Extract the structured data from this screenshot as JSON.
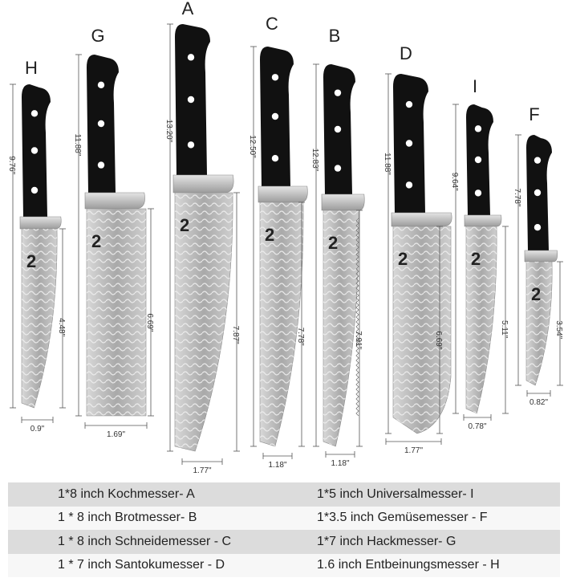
{
  "knives": [
    {
      "letter": "H",
      "total": "9.76\"",
      "blade": "4.48\"",
      "width": "0.9\""
    },
    {
      "letter": "G",
      "total": "11.88\"",
      "blade": "6.69\"",
      "width": "1.69\""
    },
    {
      "letter": "A",
      "total": "13.20\"",
      "blade": "7.87\"",
      "width": "1.77\""
    },
    {
      "letter": "C",
      "total": "12.50\"",
      "blade": "7.78\"",
      "width": "1.18\""
    },
    {
      "letter": "B",
      "total": "12.83\"",
      "blade": "7.91\"",
      "width": "1.18\""
    },
    {
      "letter": "D",
      "total": "11.88\"",
      "blade": "6.69\"",
      "width": "1.77\""
    },
    {
      "letter": "I",
      "total": "9.64\"",
      "blade": "5.11\"",
      "width": "0.78\""
    },
    {
      "letter": "F",
      "total": "7.78\"",
      "blade": "3.54\"",
      "width": "0.82\""
    }
  ],
  "legend": [
    [
      "1*8 inch Kochmesser- A",
      "1*5 inch Universalmesser- I"
    ],
    [
      "1 * 8 inch Brotmesser- B",
      "1*3.5 inch Gemüsemesser - F"
    ],
    [
      "1 * 8 inch Schneidemesser - C",
      "1*7 inch Hackmesser- G"
    ],
    [
      "1 * 7 inch Santokumesser - D",
      "1.6 inch Entbeinungsmesser - H"
    ]
  ],
  "colors": {
    "handle": "#111111",
    "blade": "#b9b9b9",
    "bolster": "#c8c8c8",
    "rivet": "#ffffff",
    "row_shade": "#dcdcdc",
    "row_plain": "#f7f7f7"
  }
}
